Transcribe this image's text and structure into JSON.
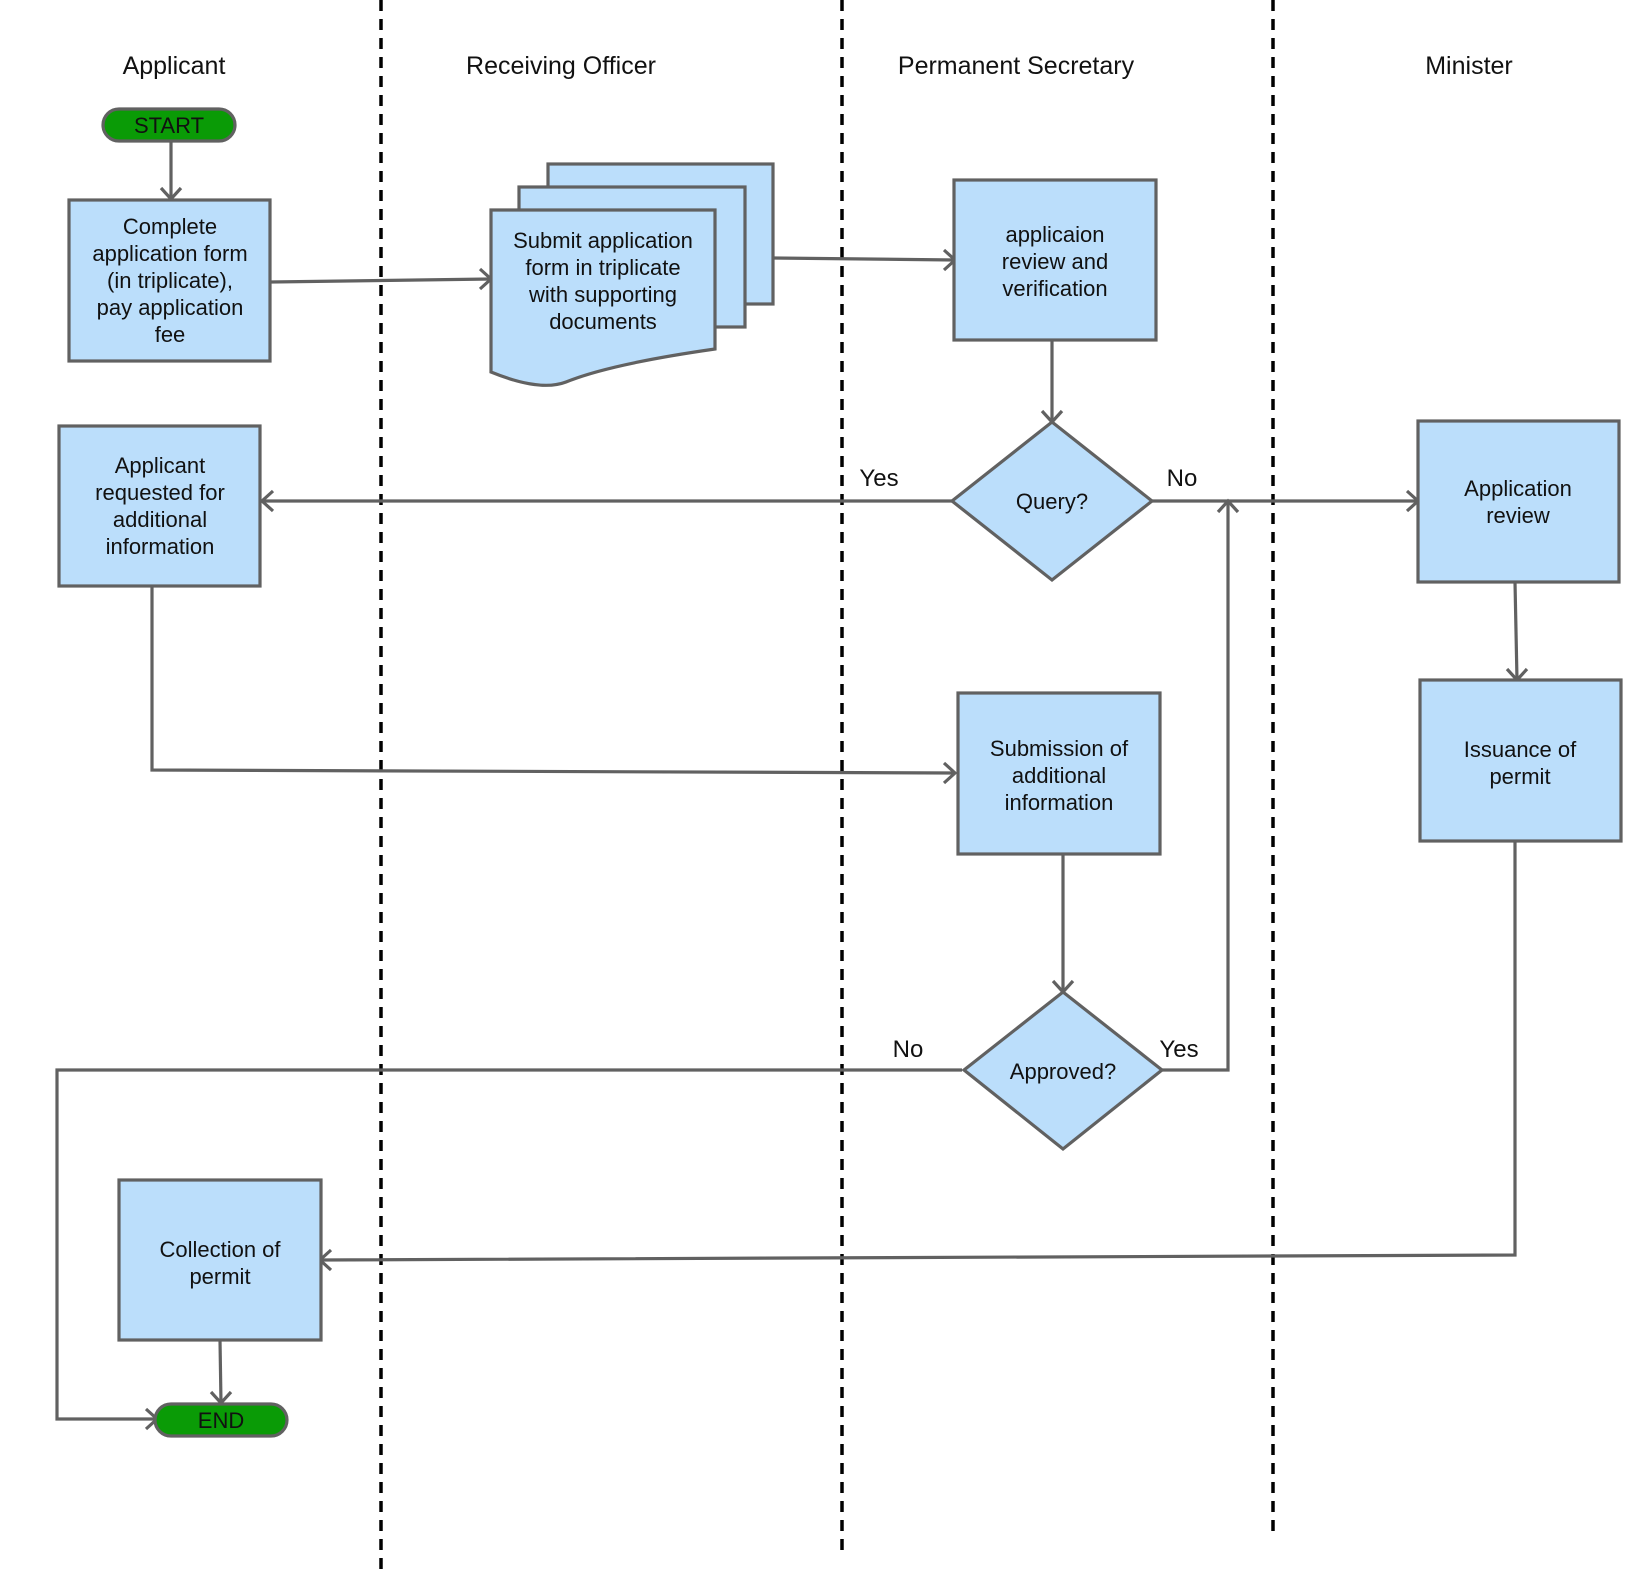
{
  "lanes": {
    "applicant": "Applicant",
    "receiving_officer": "Receiving Officer",
    "permanent_secretary": "Permanent Secretary",
    "minister": "Minister"
  },
  "nodes": {
    "start": "START",
    "complete_form": [
      "Complete",
      "application form",
      "(in triplicate),",
      "pay application",
      "fee"
    ],
    "submit_application": [
      "Submit application",
      "form in triplicate",
      "with supporting",
      "documents"
    ],
    "review_verification": [
      "applicaion",
      "review and",
      "verification"
    ],
    "query": "Query?",
    "applicant_requested": [
      "Applicant",
      "requested for",
      "additional",
      "information"
    ],
    "application_review": [
      "Application",
      "review"
    ],
    "submission_additional": [
      "Submission of",
      "additional",
      "information"
    ],
    "issuance_permit": [
      "Issuance of",
      "permit"
    ],
    "approved": "Approved?",
    "collection_permit": [
      "Collection of",
      "permit"
    ],
    "end": "END"
  },
  "edge_labels": {
    "query_yes": "Yes",
    "query_no": "No",
    "approved_no": "No",
    "approved_yes": "Yes"
  },
  "colors": {
    "box_fill": "#bbdefb",
    "terminal_fill": "#0a9b06",
    "stroke": "#616161",
    "divider": "#000000"
  }
}
